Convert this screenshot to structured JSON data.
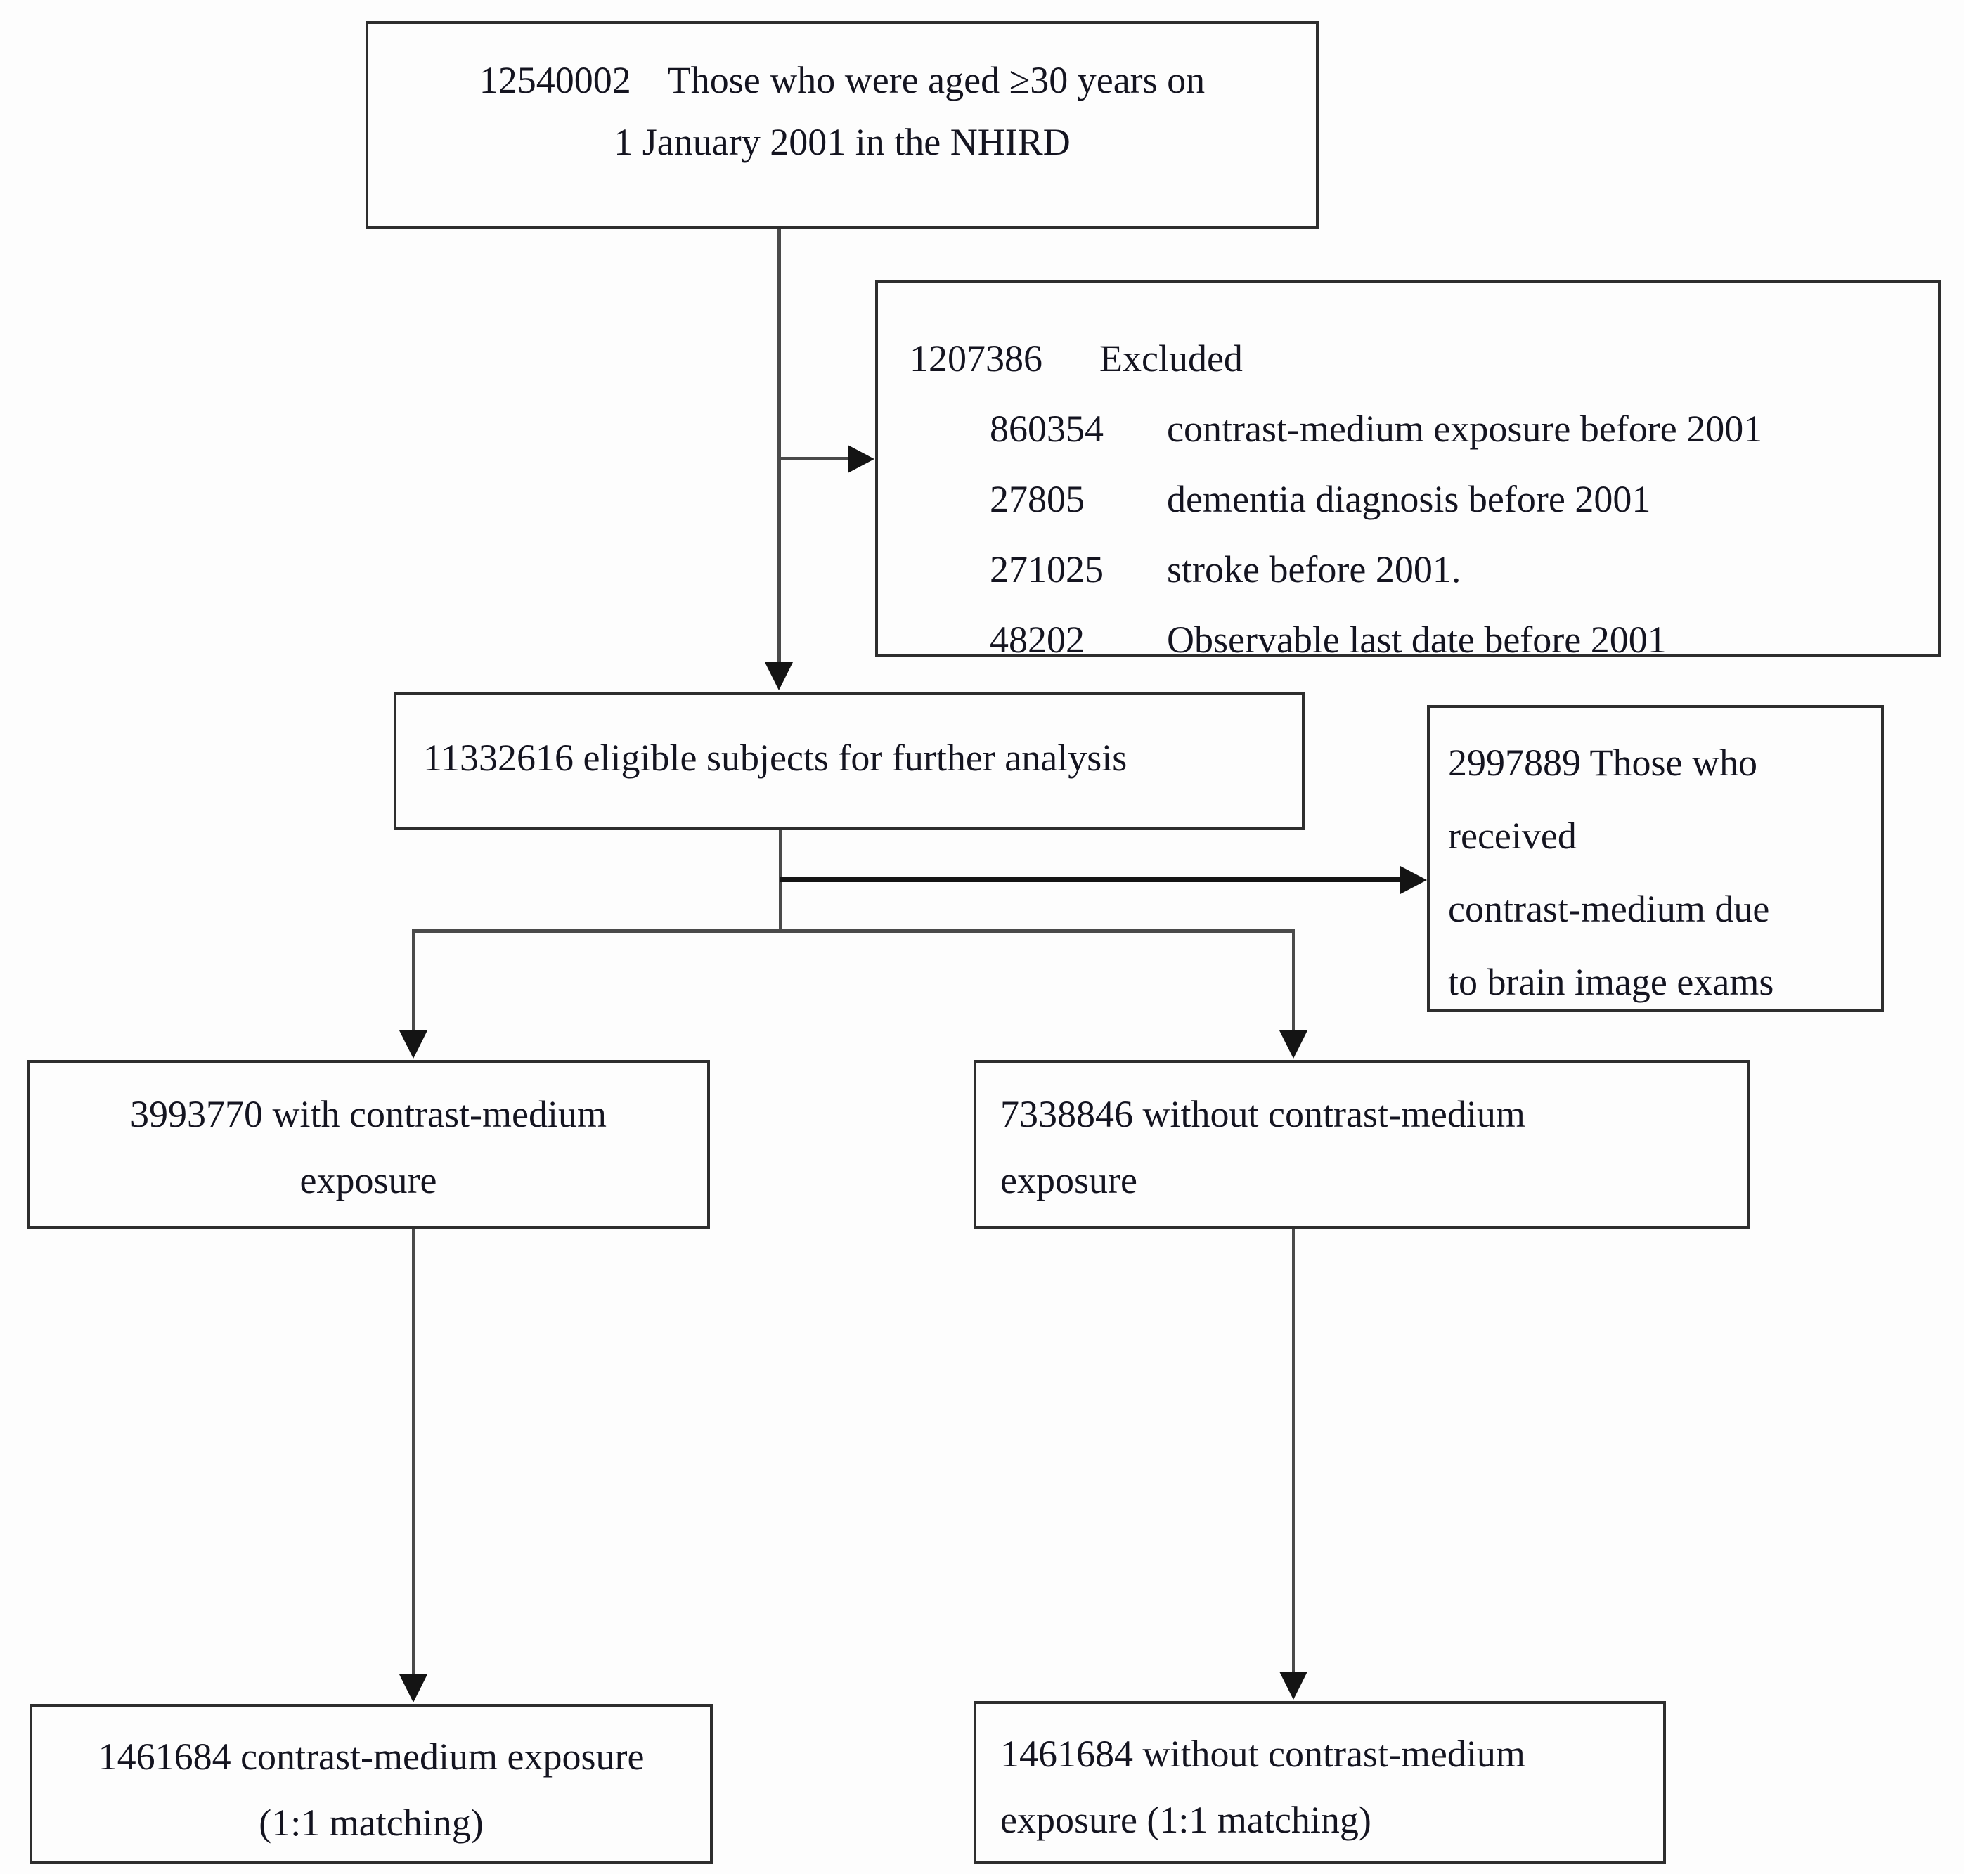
{
  "boxes": {
    "top": {
      "number": "12540002",
      "line1": "Those who were aged ≥30 years on",
      "line2": "1 January 2001 in the NHIRD"
    },
    "excluded": {
      "number": "1207386",
      "label": "Excluded",
      "items": [
        {
          "number": "860354",
          "label": "contrast-medium exposure before 2001"
        },
        {
          "number": "27805",
          "label": "dementia diagnosis before 2001"
        },
        {
          "number": "271025",
          "label": "stroke before 2001."
        },
        {
          "number": "48202",
          "label": "Observable last date before 2001"
        }
      ]
    },
    "eligible": {
      "text": "11332616 eligible subjects for further analysis"
    },
    "brain": {
      "line1": "2997889 Those who",
      "line2": "received",
      "line3": "contrast-medium due",
      "line4": "to brain image exams"
    },
    "with_exposure": {
      "line1": "3993770 with contrast-medium",
      "line2": "exposure"
    },
    "without_exposure": {
      "line1": "7338846 without contrast-medium",
      "line2": "exposure"
    },
    "matched_exposed": {
      "line1": "1461684 contrast-medium exposure",
      "line2": "(1:1 matching)"
    },
    "matched_unexposed": {
      "line1": "1461684 without contrast-medium",
      "line2": "exposure (1:1 matching)"
    }
  },
  "colors": {
    "background": "#fdfdfd",
    "border": "#2e2e2e",
    "line": "#4a4a4a",
    "arrow": "#141414",
    "text": "#141420"
  }
}
